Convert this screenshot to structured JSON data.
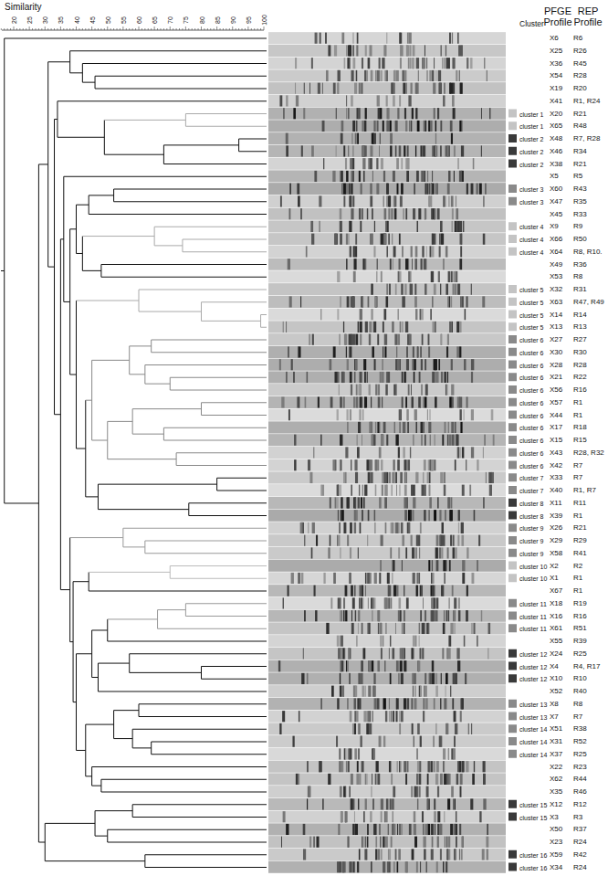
{
  "diagram": {
    "labels": [
      "Similarity",
      "20",
      "25",
      "30",
      "35",
      "40",
      "45",
      "50",
      "55",
      "60",
      "65",
      "70",
      "75",
      "80",
      "85",
      "90",
      "95",
      "100",
      "Cluster",
      "PFGE Profile",
      "REP Profile",
      "X6",
      "R6",
      "X25",
      "R26",
      "X36",
      "R45",
      "X54",
      "R28",
      "X19",
      "R20",
      "X41",
      "R1, R24",
      "cluster 1",
      "X20",
      "R21",
      "cluster 1",
      "X65",
      "R48",
      "cluster 2",
      "X48",
      "R7, R28",
      "cluster 2",
      "X46",
      "R34",
      "cluster 2",
      "X38",
      "R21",
      "X5",
      "R5",
      "cluster 3",
      "X60",
      "R43",
      "cluster 3",
      "X47",
      "R35",
      "X45",
      "R33",
      "cluster 4",
      "X9",
      "R9",
      "cluster 4",
      "X66",
      "R50",
      "cluster 4",
      "X64",
      "R8, R10.",
      "X49",
      "R36",
      "X53",
      "R8",
      "cluster 5",
      "X32",
      "R31",
      "cluster 5",
      "X63",
      "R47, R49",
      "cluster 5",
      "X14",
      "R14",
      "cluster 5",
      "X13",
      "R13",
      "cluster 6",
      "X27",
      "R27",
      "cluster 6",
      "X30",
      "R30",
      "cluster 6",
      "X28",
      "R28",
      "cluster 6",
      "X21",
      "R22",
      "cluster 6",
      "X56",
      "R16",
      "cluster 6",
      "X57",
      "R1",
      "cluster 6",
      "X44",
      "R1",
      "cluster 6",
      "X17",
      "R18",
      "cluster 6",
      "X15",
      "R15",
      "cluster 6",
      "X43",
      "R28, R32",
      "cluster 6",
      "X42",
      "R7",
      "cluster 7",
      "X33",
      "R7",
      "cluster 7",
      "X40",
      "R1, R7",
      "cluster 8",
      "X11",
      "R11",
      "cluster 8",
      "X39",
      "R1",
      "cluster 9",
      "X26",
      "R21",
      "cluster 9",
      "X29",
      "R29",
      "cluster 9",
      "X58",
      "R41",
      "cluster 10",
      "X2",
      "R2",
      "cluster 10",
      "X1",
      "R1",
      "X67",
      "R1",
      "cluster 11",
      "X18",
      "R19",
      "cluster 11",
      "X16",
      "R16",
      "cluster 11",
      "X61",
      "R51",
      "X55",
      "R39",
      "cluster 12",
      "X24",
      "R25",
      "cluster 12",
      "X4",
      "R4, R17",
      "cluster 12",
      "X10",
      "R10",
      "X52",
      "R40",
      "cluster 13",
      "X8",
      "R8",
      "cluster 13",
      "X7",
      "R7",
      "cluster 14",
      "X51",
      "R38",
      "cluster 14",
      "X31",
      "R52",
      "cluster 14",
      "X37",
      "R25",
      "X22",
      "R23",
      "X62",
      "R44",
      "X35",
      "R46",
      "cluster 15",
      "X12",
      "R12",
      "cluster 15",
      "X3",
      "R3",
      "X50",
      "R37",
      "X23",
      "R24",
      "cluster 16",
      "X59",
      "R42",
      "cluster 16",
      "X34",
      "R24"
    ]
  }
}
